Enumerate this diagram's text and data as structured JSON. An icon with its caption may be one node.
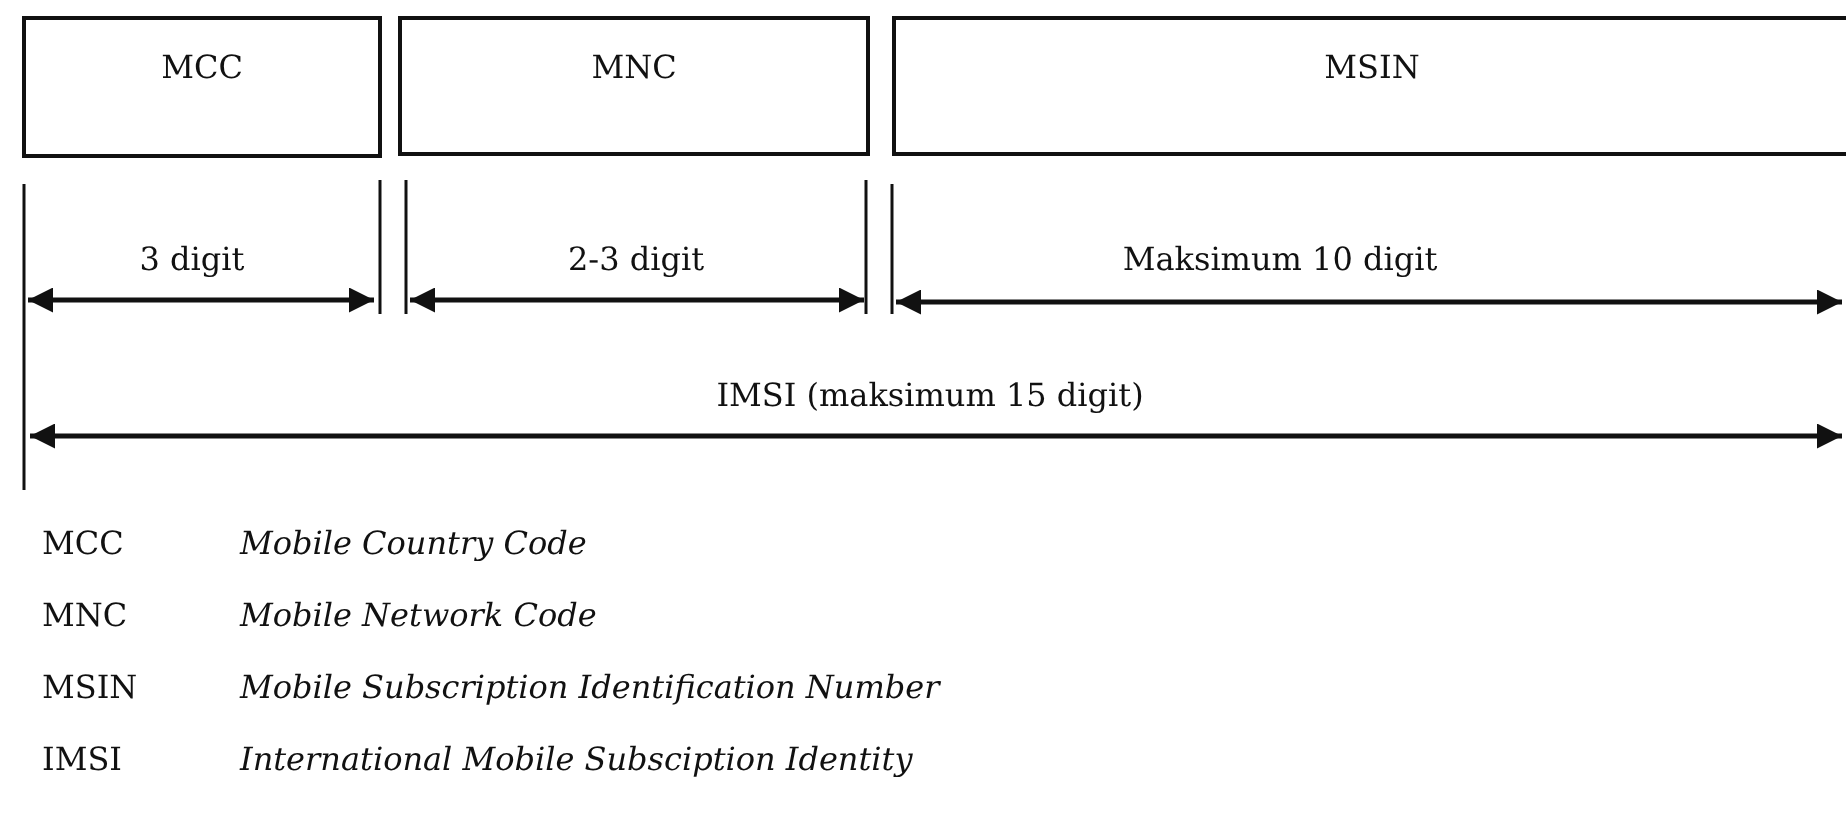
{
  "diagram": {
    "nodes": [
      {
        "text": [
          "MCC"
        ]
      },
      {
        "text": [
          "MNC"
        ]
      },
      {
        "text": [
          "MSIN"
        ]
      }
    ],
    "labels": [
      "3 digit",
      "2-3 digit",
      "Maksimum 10 digit",
      "IMSI (maksimum 15 digit)",
      "MCC",
      "Mobile Country Code",
      "MNC",
      "Mobile Network Code",
      "MSIN",
      "Mobile Subscription Identification Number",
      "IMSI",
      "International Mobile Subsciption Identity"
    ]
  }
}
